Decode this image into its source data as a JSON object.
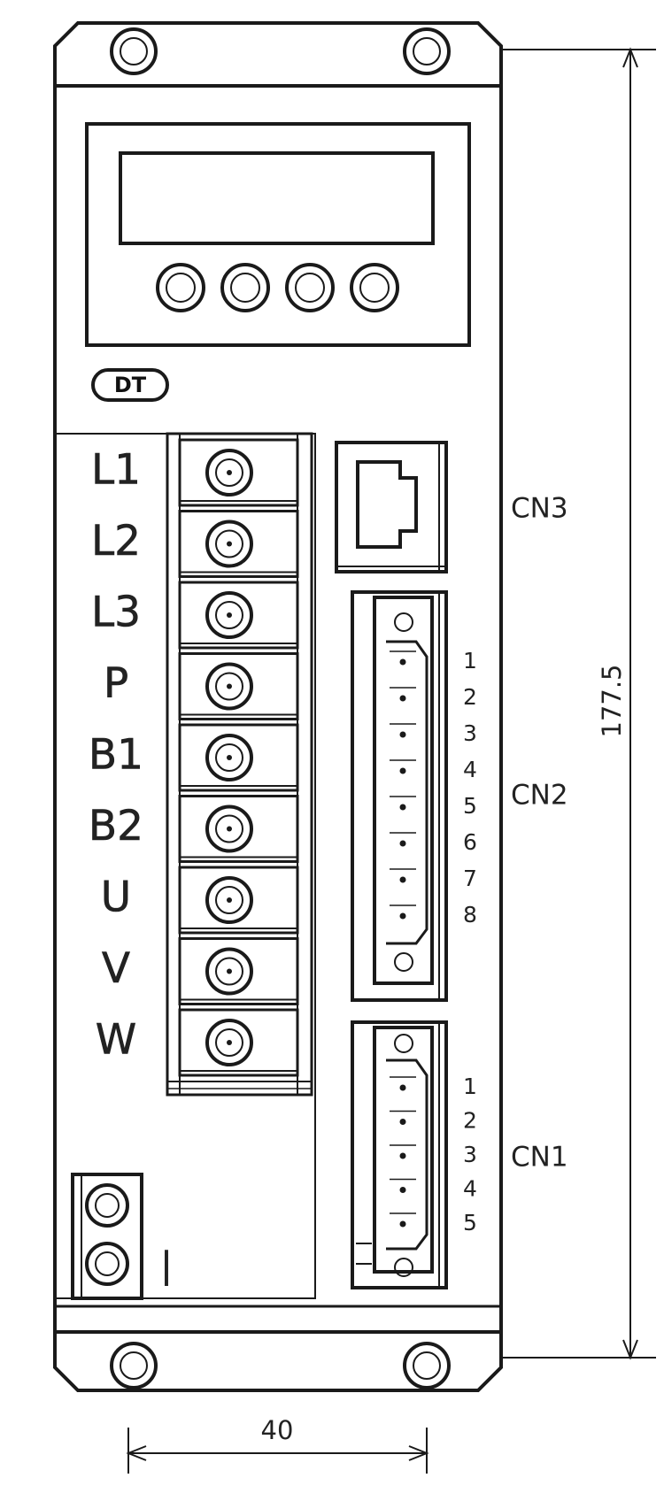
{
  "logo": {
    "text": "DT"
  },
  "power_terminals": [
    "L1",
    "L2",
    "L3",
    "P",
    "B1",
    "B2",
    "U",
    "V",
    "W"
  ],
  "connectors": {
    "cn3": {
      "label": "CN3"
    },
    "cn2": {
      "label": "CN2",
      "pins": [
        "1",
        "2",
        "3",
        "4",
        "5",
        "6",
        "7",
        "8"
      ]
    },
    "cn1": {
      "label": "CN1",
      "pins": [
        "1",
        "2",
        "3",
        "4",
        "5"
      ]
    }
  },
  "dimensions": {
    "height": "177.5",
    "width": "40"
  },
  "ground_mark": "|"
}
